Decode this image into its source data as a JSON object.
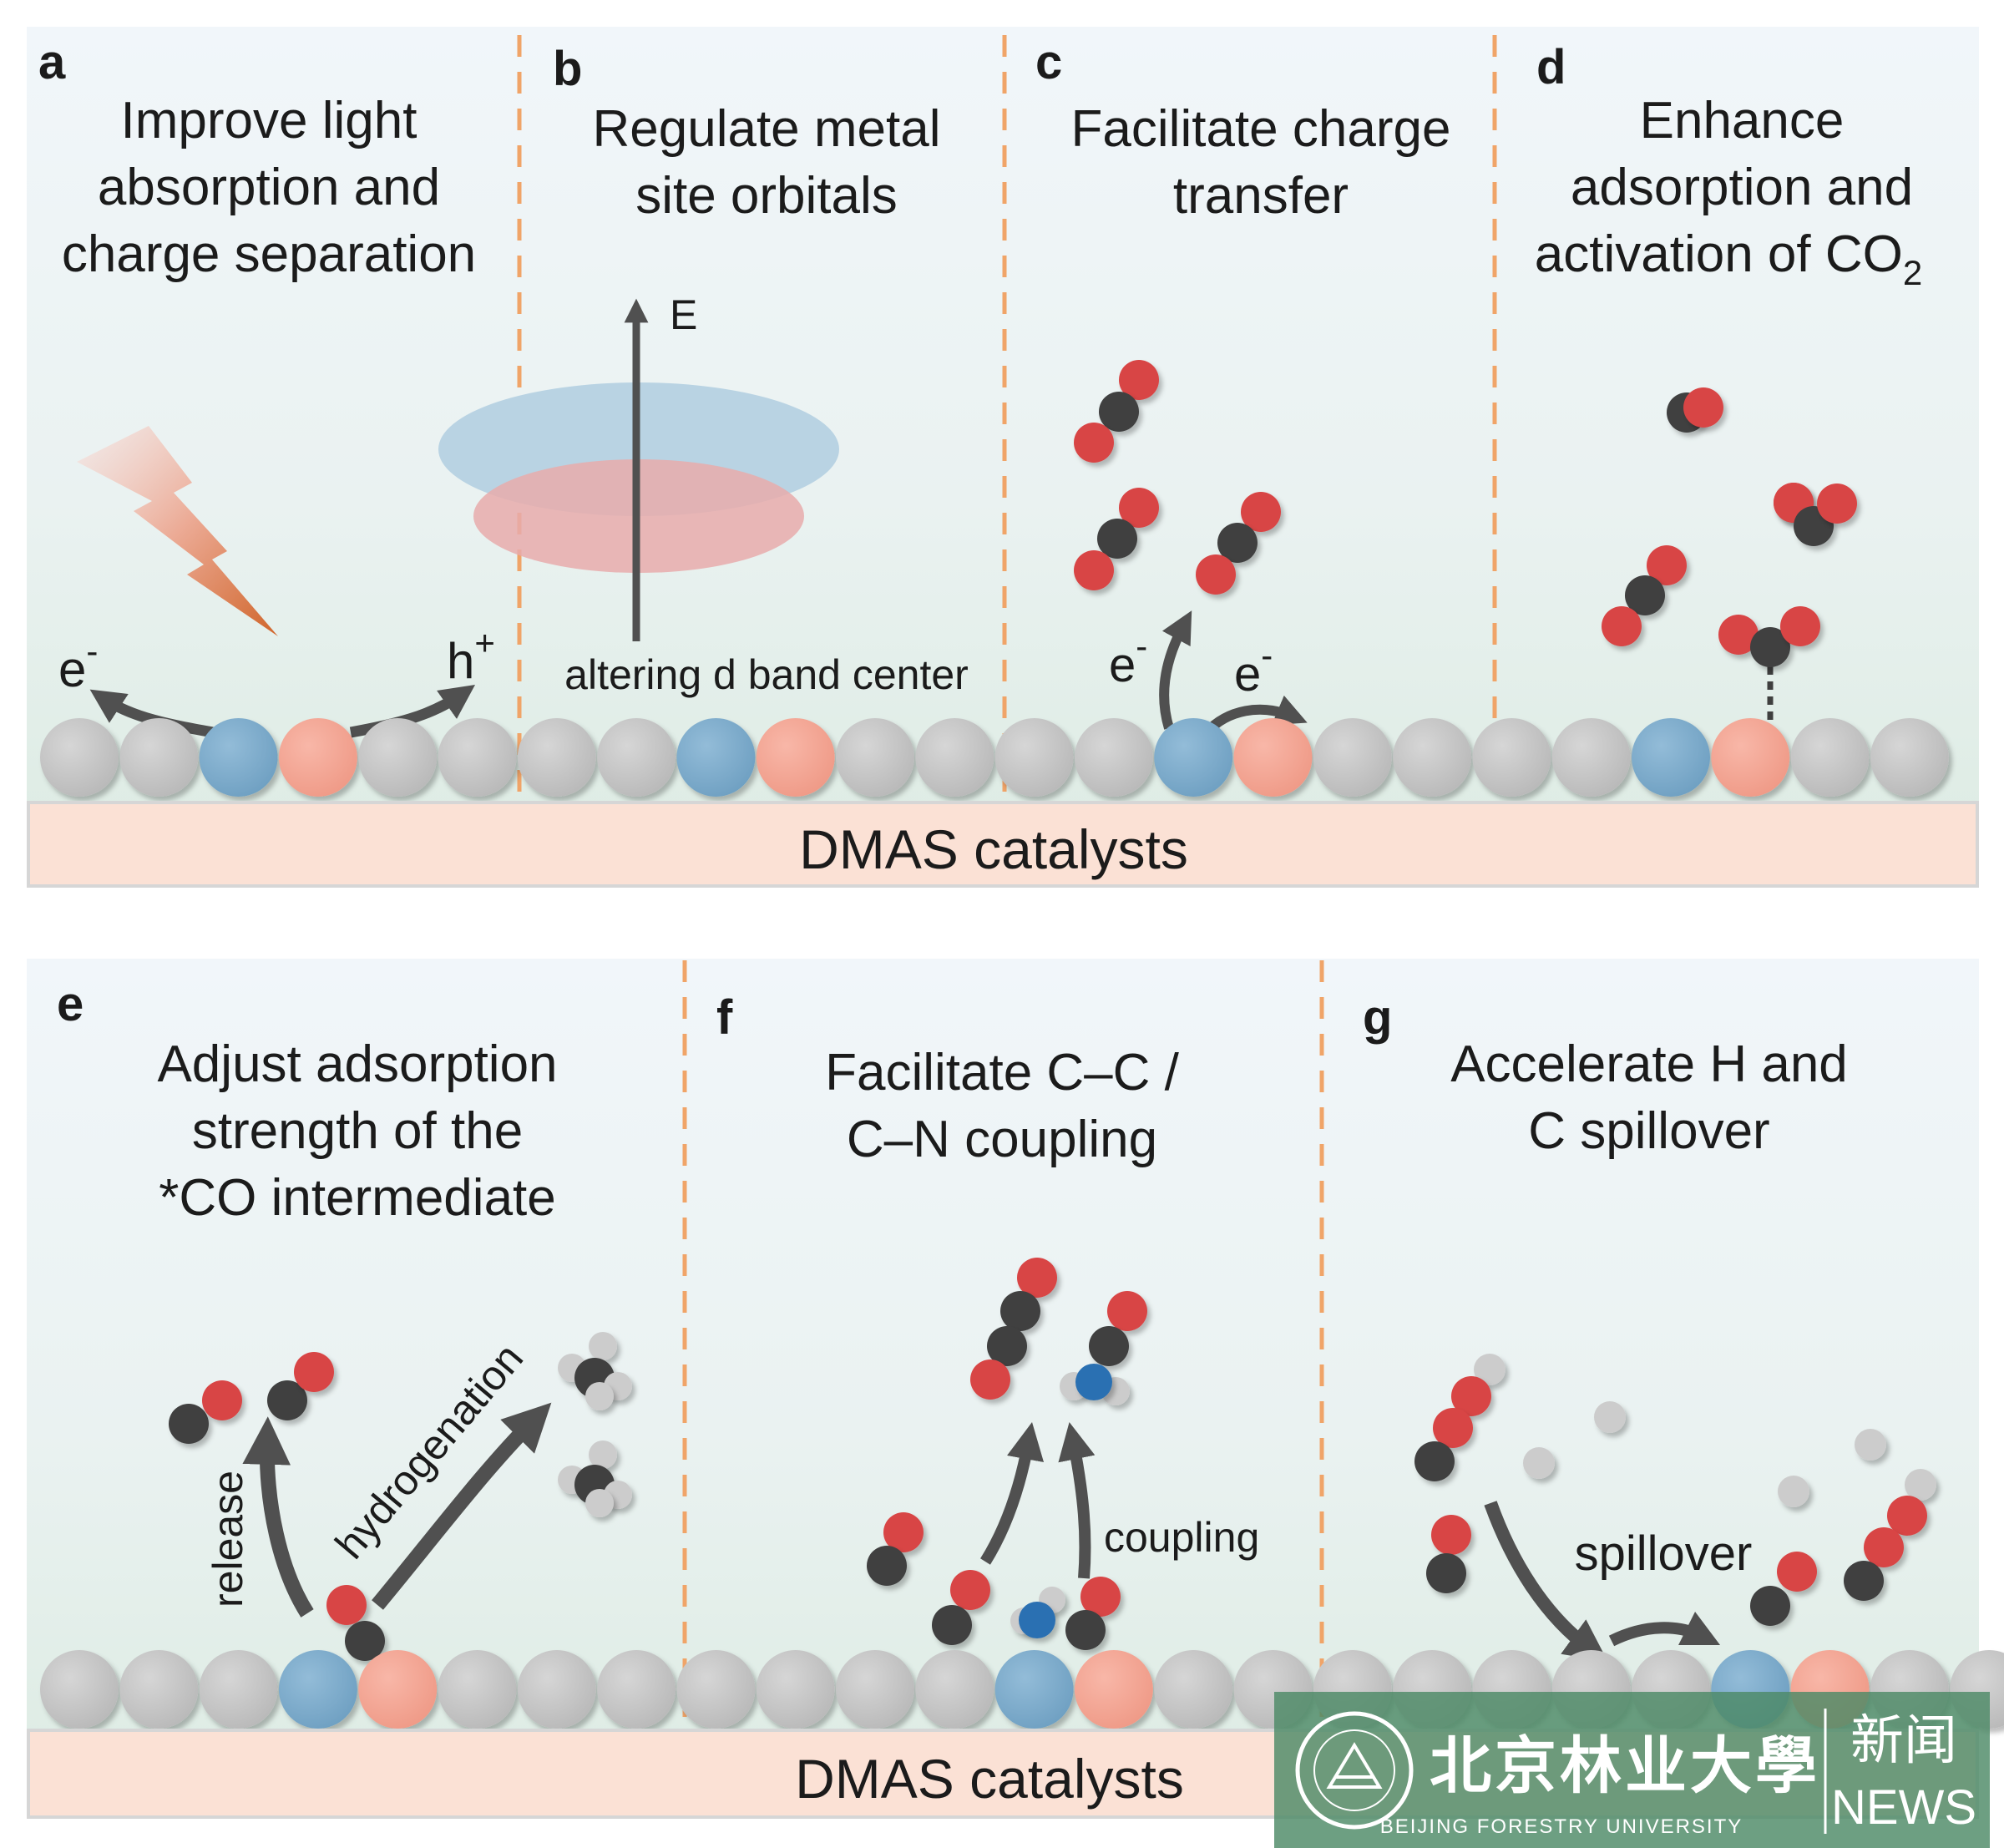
{
  "top": {
    "panels": [
      {
        "label": "a",
        "title": [
          "Improve light",
          "absorption and",
          "charge separation"
        ]
      },
      {
        "label": "b",
        "title": [
          "Regulate metal",
          "site orbitals"
        ]
      },
      {
        "label": "c",
        "title": [
          "Facilitate charge",
          "transfer"
        ]
      },
      {
        "label": "d",
        "title": [
          "Enhance",
          "adsorption and",
          "activation of CO"
        ],
        "title_sub": "2"
      }
    ],
    "base_label": "DMAS catalysts",
    "electron": "e",
    "electron_sup": "-",
    "hole": "h",
    "hole_sup": "+",
    "energy_axis": "E",
    "d_band_text": "altering d band center"
  },
  "bottom": {
    "panels": [
      {
        "label": "e",
        "title": [
          "Adjust adsorption",
          "strength of the",
          "*CO intermediate"
        ]
      },
      {
        "label": "f",
        "title": [
          "Facilitate C–C /",
          "C–N coupling"
        ]
      },
      {
        "label": "g",
        "title": [
          "Accelerate H and",
          "C spillover"
        ]
      }
    ],
    "base_label": "DMAS catalysts",
    "release": "release",
    "hydrogenation": "hydrogenation",
    "coupling": "coupling",
    "spillover": "spillover"
  },
  "watermark": {
    "name_cn": "北京林业大學",
    "news_cn": "新闻",
    "news_en": "NEWS",
    "university_en": "BEIJING FORESTRY UNIVERSITY"
  },
  "colors": {
    "substrate": "#c4c4c4",
    "metal_blue": "#82b0cf",
    "metal_pink": "#f4a99a",
    "oxygen": "#d84545",
    "carbon": "#3f3f3f",
    "nitrogen": "#2c6fb2",
    "hydrogen": "#cccccc",
    "divider": "#f0a468",
    "base": "#fbe1d5"
  }
}
